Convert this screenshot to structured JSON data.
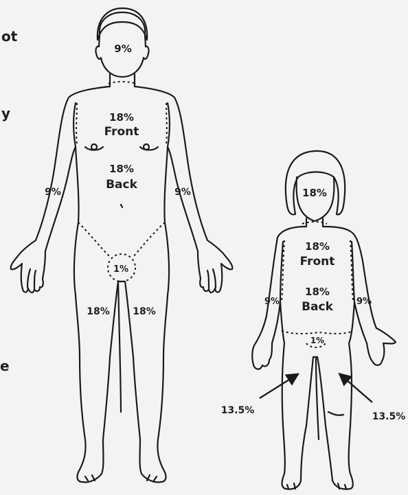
{
  "edge_text": {
    "top": "ot",
    "middle": "y",
    "bottom": "e"
  },
  "adult": {
    "head": "9%",
    "chest_pct": "18%",
    "chest_word": "Front",
    "back_pct": "18%",
    "back_word": "Back",
    "arm_left": "9%",
    "arm_right": "9%",
    "groin": "1%",
    "leg_left": "18%",
    "leg_right": "18%"
  },
  "child": {
    "head": "18%",
    "chest_pct": "18%",
    "chest_word": "Front",
    "back_pct": "18%",
    "back_word": "Back",
    "arm_left": "9%",
    "arm_right": "9%",
    "groin": "1%",
    "leg_left": "13.5%",
    "leg_right": "13.5%"
  }
}
